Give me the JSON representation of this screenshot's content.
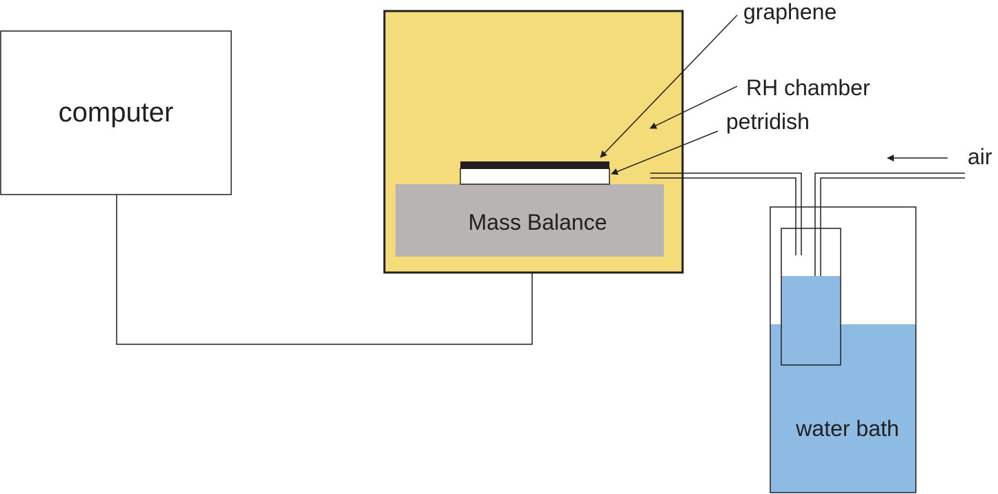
{
  "labels": {
    "computer": "computer",
    "mass_balance": "Mass Balance",
    "graphene": "graphene",
    "rh_chamber": "RH chamber",
    "petridish": "petridish",
    "air": "air",
    "water_bath": "water bath"
  },
  "colors": {
    "chamber_fill": "#f5dc7a",
    "balance_fill": "#b9b4b4",
    "water_fill": "#8dbbe3",
    "graphene_layer": "#231f20",
    "line": "#231f20"
  },
  "icons": {
    "arrows": "filled-triangle-arrowhead"
  }
}
